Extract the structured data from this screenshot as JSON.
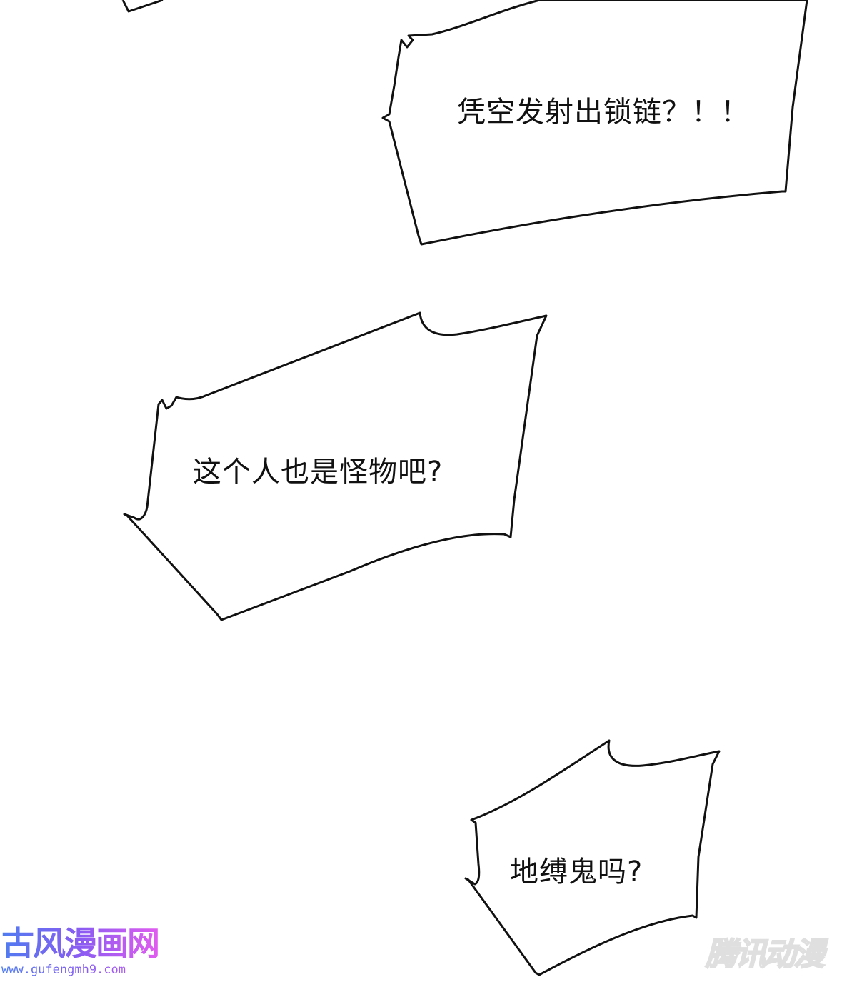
{
  "comic": {
    "bubbles": [
      {
        "id": "bubble-1",
        "text": "凭空发射出锁链？！！"
      },
      {
        "id": "bubble-2",
        "text": "这个人也是怪物吧?"
      },
      {
        "id": "bubble-3",
        "text": "地缚鬼吗?"
      }
    ]
  },
  "watermarks": {
    "left": {
      "logo": "古风漫画网",
      "url": "www.gufengmh9.com"
    },
    "right": {
      "logo": "腾讯动漫"
    }
  },
  "colors": {
    "background": "#ffffff",
    "outline": "#111111",
    "watermark_left_start": "#4f7cf0",
    "watermark_left_end": "#e15cf0",
    "watermark_right": "#dcdcdc"
  }
}
